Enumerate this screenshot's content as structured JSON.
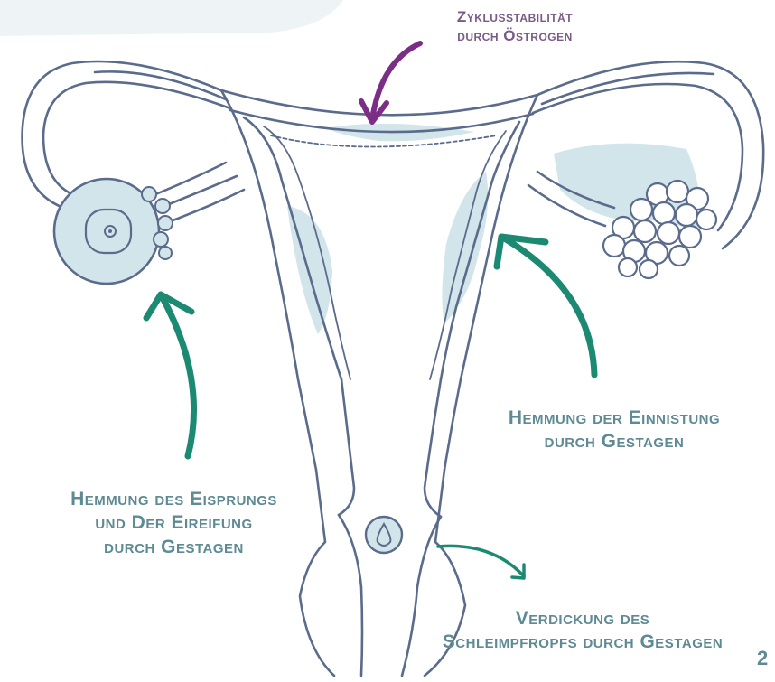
{
  "labels": {
    "zyklus": [
      "Zyklusstabilität",
      "durch Östrogen"
    ],
    "einnistung": [
      "Hemmung der Einnistung",
      "durch Gestagen"
    ],
    "eisprung": [
      "Hemmung des Eisprungs",
      "und Der Eireifung",
      "durch Gestagen"
    ],
    "schleim": [
      "Verdickung des",
      "Schleimpfropfs durch Gestagen"
    ]
  },
  "page_number": "2",
  "colors": {
    "outline": "#5b6b8c",
    "fill": "#d2e5ea",
    "teal_arrow": "#1c8a72",
    "purple_arrow": "#7a2e86",
    "label_teal": "#5e8a94",
    "label_purple": "#7a5a86"
  },
  "icons": [
    "uterus-illustration",
    "ovary-icon",
    "follicle-cluster-icon",
    "mucus-drop-icon",
    "arrow-icon"
  ]
}
